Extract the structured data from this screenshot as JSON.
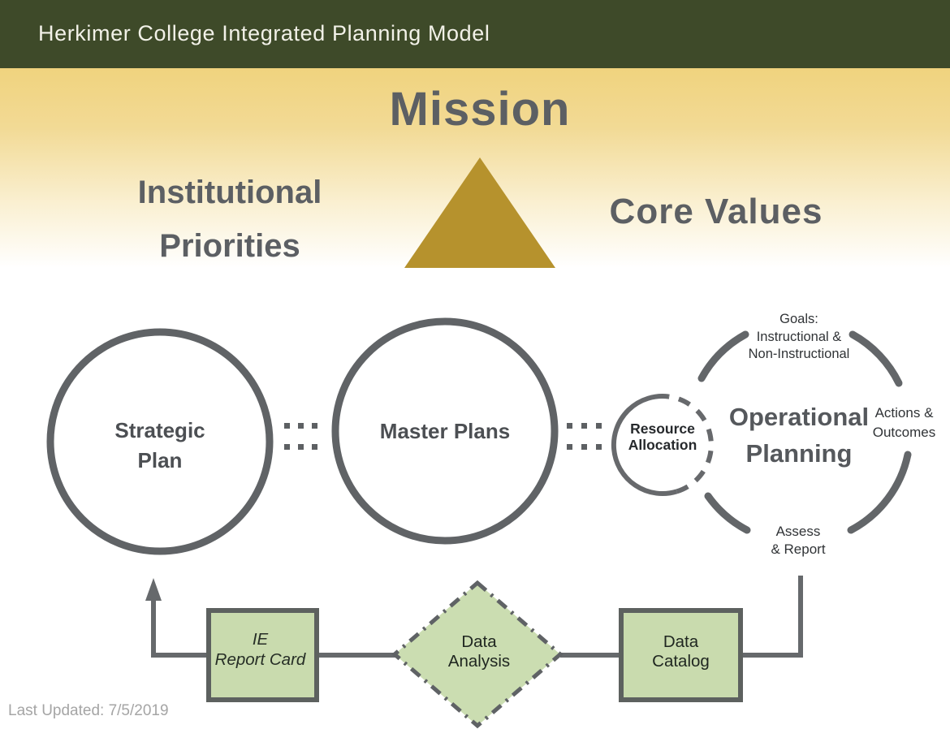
{
  "header": {
    "title": "Herkimer College Integrated Planning Model"
  },
  "mission": {
    "title": "Mission",
    "left_label": "Institutional\nPriorities",
    "right_label": "Core Values"
  },
  "diagram": {
    "strategic_plan": "Strategic\nPlan",
    "master_plans": "Master Plans",
    "resource_allocation": "Resource\nAllocation",
    "operational_planning": "Operational\nPlanning",
    "goals_label": "Goals:\nInstructional &\nNon-Instructional",
    "actions_label": "Actions &\nOutcomes",
    "assess_label": "Assess\n& Report"
  },
  "flow": {
    "ie_report_card": "IE\nReport Card",
    "data_analysis": "Data\nAnalysis",
    "data_catalog": "Data\nCatalog"
  },
  "footer": {
    "last_updated": "Last Updated: 7/5/2019"
  },
  "colors": {
    "header_green": "#3E4A29",
    "gradient_gold": "#F0D37E",
    "triangle_gold": "#B6922D",
    "diagram_gray": "#606366",
    "line_gray": "#66696C",
    "box_green_fill": "#C9DBAE",
    "box_border_gray": "#5D615F",
    "title_text": "#F2F1E8",
    "heading_gray": "#5C5F63",
    "footer_gray": "#A5A5A5"
  }
}
